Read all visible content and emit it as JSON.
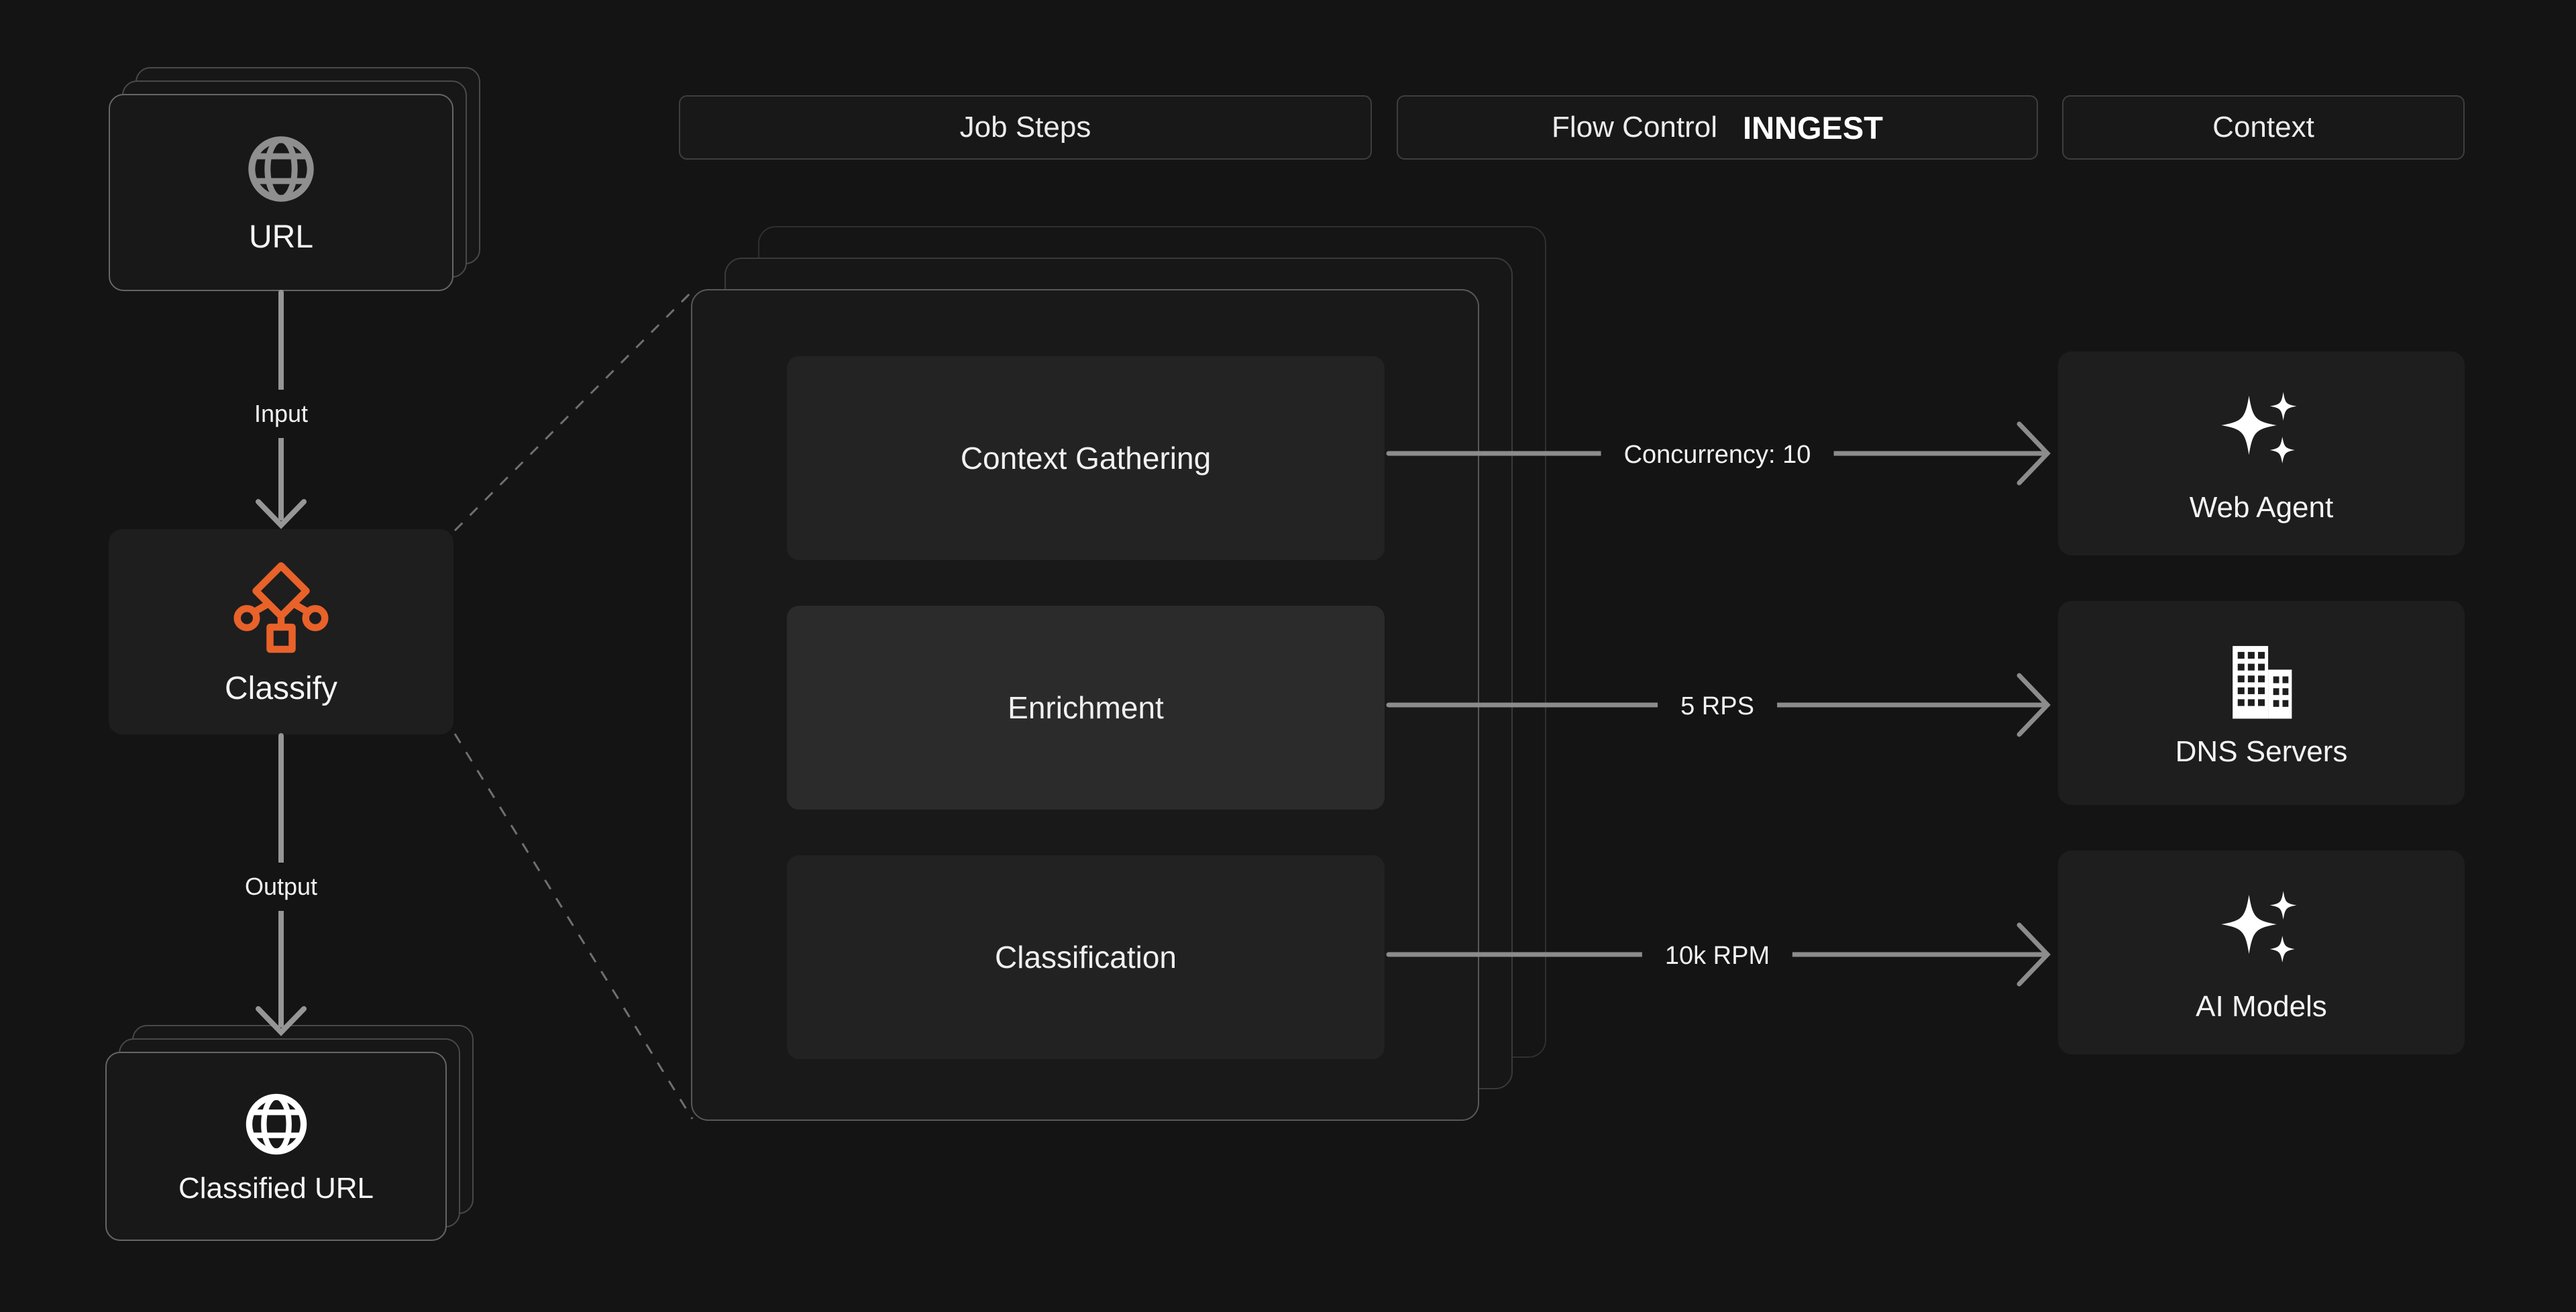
{
  "headers": {
    "job_steps": "Job Steps",
    "flow_control": "Flow Control",
    "inngest_logo": "INNGEST",
    "context": "Context"
  },
  "pipeline": {
    "url_card": {
      "label": "URL",
      "icon": "globe"
    },
    "input_label": "Input",
    "classify_card": {
      "label": "Classify",
      "icon": "decision-tree"
    },
    "output_label": "Output",
    "classified_card": {
      "label": "Classified URL",
      "icon": "globe"
    }
  },
  "job_steps": [
    {
      "label": "Context Gathering"
    },
    {
      "label": "Enrichment"
    },
    {
      "label": "Classification"
    }
  ],
  "flow_controls": [
    "Concurrency: 10",
    "5 RPS",
    "10k RPM"
  ],
  "context_services": [
    {
      "label": "Web Agent",
      "icon": "sparkles"
    },
    {
      "label": "DNS Servers",
      "icon": "buildings"
    },
    {
      "label": "AI Models",
      "icon": "sparkles"
    }
  ],
  "colors": {
    "accent_orange": "#E8622A",
    "arrow_gray": "#8C8C8C"
  }
}
